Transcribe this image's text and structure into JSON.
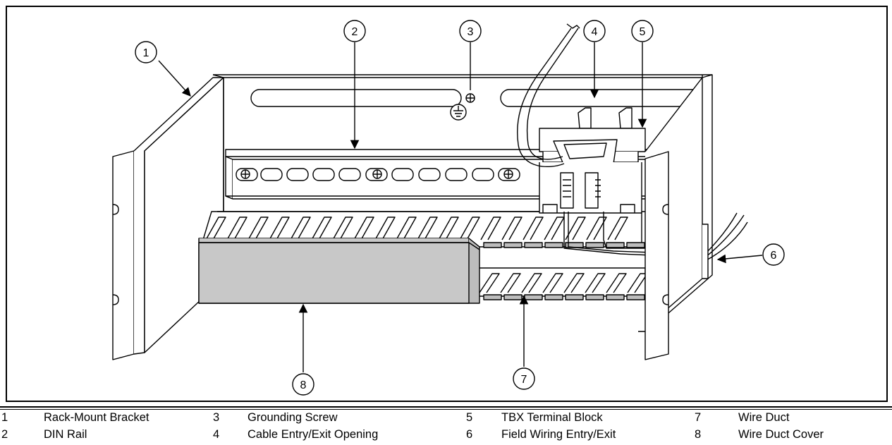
{
  "callouts": {
    "c1": "1",
    "c2": "2",
    "c3": "3",
    "c4": "4",
    "c5": "5",
    "c6": "6",
    "c7": "7",
    "c8": "8"
  },
  "legend": [
    {
      "num": "1",
      "label": "Rack-Mount Bracket"
    },
    {
      "num": "2",
      "label": "DIN Rail"
    },
    {
      "num": "3",
      "label": "Grounding Screw"
    },
    {
      "num": "4",
      "label": "Cable Entry/Exit Opening"
    },
    {
      "num": "5",
      "label": "TBX Terminal Block"
    },
    {
      "num": "6",
      "label": "Field Wiring Entry/Exit"
    },
    {
      "num": "7",
      "label": "Wire Duct"
    },
    {
      "num": "8",
      "label": "Wire Duct Cover"
    }
  ],
  "colors": {
    "line": "#000000",
    "duct_cover": "#c8c8c8",
    "duct_tabs": "#bdbdbd",
    "background": "#ffffff"
  }
}
